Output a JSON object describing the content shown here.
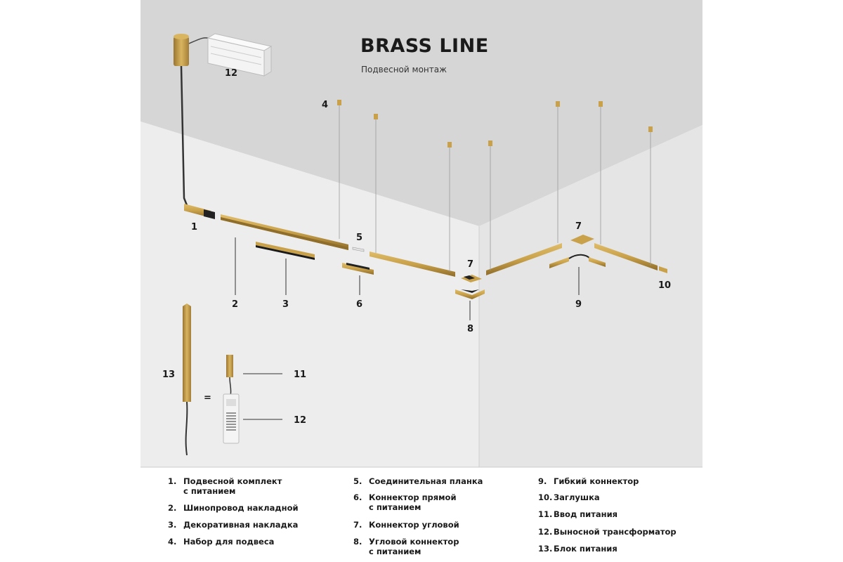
{
  "header": {
    "title": "BRASS LINE",
    "subtitle": "Подвесной монтаж"
  },
  "callouts": [
    "1",
    "2",
    "3",
    "4",
    "5",
    "6",
    "7",
    "7",
    "8",
    "9",
    "10",
    "11",
    "12",
    "12",
    "13",
    "="
  ],
  "legend": {
    "col1": [
      {
        "num": "1.",
        "text": "Подвесной комплект",
        "text2": "с питанием"
      },
      {
        "num": "2.",
        "text": "Шинопровод накладной",
        "text2": ""
      },
      {
        "num": "3.",
        "text": "Декоративная накладка",
        "text2": ""
      },
      {
        "num": "4.",
        "text": "Набор для подвеса",
        "text2": ""
      }
    ],
    "col2": [
      {
        "num": "5.",
        "text": "Соединительная планка",
        "text2": ""
      },
      {
        "num": "6.",
        "text": "Коннектор прямой",
        "text2": "с питанием"
      },
      {
        "num": "7.",
        "text": "Коннектор угловой",
        "text2": ""
      },
      {
        "num": "8.",
        "text": "Угловой коннектор",
        "text2": "с питанием"
      }
    ],
    "col3": [
      {
        "num": "9.",
        "text": "Гибкий коннектор",
        "text2": ""
      },
      {
        "num": "10.",
        "text": "Заглушка",
        "text2": ""
      },
      {
        "num": "11.",
        "text": "Ввод питания",
        "text2": ""
      },
      {
        "num": "12.",
        "text": "Выносной трансформатор",
        "text2": ""
      },
      {
        "num": "13.",
        "text": "Блок питания",
        "text2": ""
      }
    ]
  },
  "colors": {
    "brass": "#c9a14a",
    "brass_dark": "#8f6d2a",
    "ceiling": "#d7d7d7",
    "wall_left": "#eeeeee",
    "wall_right": "#e6e6e6"
  }
}
